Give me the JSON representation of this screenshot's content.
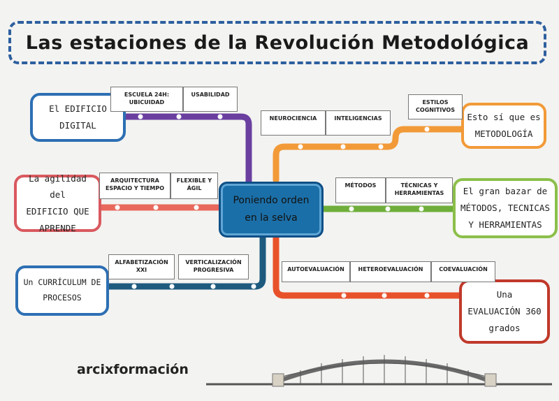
{
  "title": "Las estaciones de la Revolución Metodológica",
  "center": "Poniendo orden\nen la selva",
  "stations": {
    "edificio_digital": "El EDIFICIO\nDIGITAL",
    "agilidad": "La agilidad del\nEDIFICIO QUE\nAPRENDE",
    "curriculum": "Un CURRÍCULUM DE\nPROCESOS",
    "metodologia": "Esto sí que es\nMETODOLOGÍA",
    "bazar": "El gran bazar de\nMÉTODOS, TECNICAS\nY HERRAMIENTAS",
    "evaluacion": "Una\nEVALUACIÓN 360\ngrados"
  },
  "tags": {
    "escuela": "ESCUELA 24H:\nUBICUIDAD",
    "usabilidad": "USABILIDAD",
    "arquitectura": "ARQUITECTURA\nESPACIO Y TIEMPO",
    "flexible": "FLEXIBLE Y\nÁGIL",
    "alfabetizacion": "ALFABETIZACIÓN\nXXI",
    "verticalizacion": "VERTICALIZACIÓN\nPROGRESIVA",
    "neurociencia": "NEUROCIENCIA",
    "inteligencias": "INTELIGENCIAS",
    "estilos": "ESTILOS\nCOGNITIVOS",
    "metodos": "MÉTODOS",
    "tecnicas": "TÉCNICAS Y\nHERRAMIENTAS",
    "autoevaluacion": "AUTOEVALUACIÓN",
    "heteroevaluacion": "HETEROEVALUACIÓN",
    "coevaluacion": "COEVALUACIÓN"
  },
  "logo": "arcixformación",
  "colors": {
    "purple": "#6a3fa0",
    "red": "#e8685c",
    "teal": "#1d5a7e",
    "orange": "#f29a38",
    "green": "#6fae3a",
    "orangered": "#e8522a",
    "blue": "#2d6fb3"
  }
}
